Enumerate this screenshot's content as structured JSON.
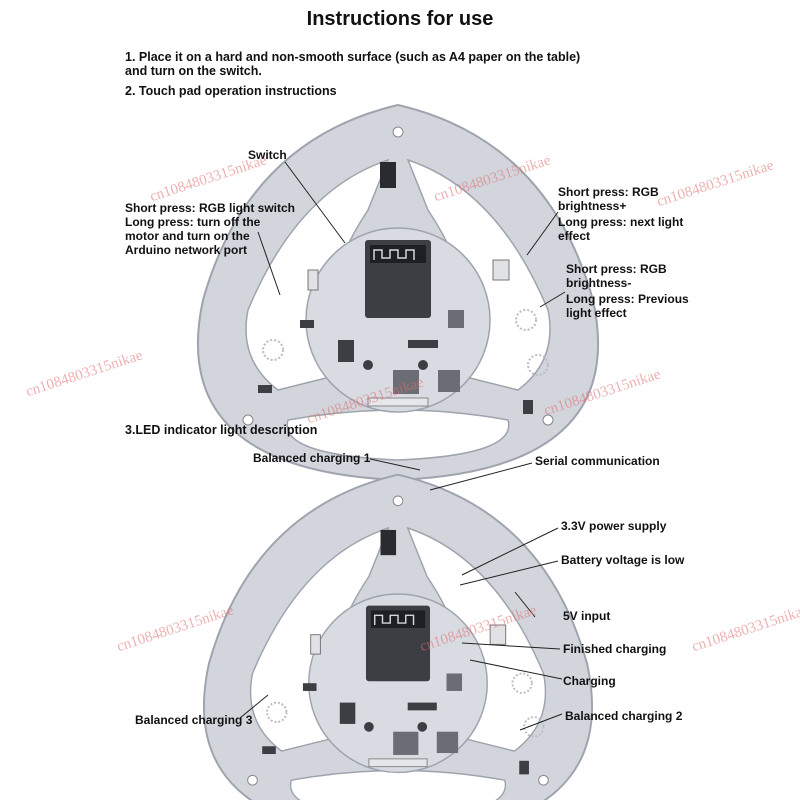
{
  "title": "Instructions for use",
  "steps": {
    "step1_line1": "1. Place it on a hard and non-smooth surface (such as A4 paper on the table)",
    "step1_line2": "and turn on the switch.",
    "step2": "2. Touch pad operation instructions",
    "step3": "3.LED indicator light description"
  },
  "touch_annotations": {
    "switch": "Switch",
    "left_1": "Short press: RGB light switch",
    "left_2": "Long press: turn off the",
    "left_3": "motor and turn on the",
    "left_4": "Arduino network port",
    "right_top_1": "Short press: RGB",
    "right_top_2": "brightness+",
    "right_top_3": "Long press: next light",
    "right_top_4": "effect",
    "right_bottom_1": "Short press: RGB",
    "right_bottom_2": "brightness-",
    "right_bottom_3": "Long press: Previous",
    "right_bottom_4": "light effect"
  },
  "led_annotations": {
    "balanced_charging_1": "Balanced charging 1",
    "serial_communication": "Serial communication",
    "power_3v3": "3.3V power supply",
    "battery_low": "Battery voltage is low",
    "input_5v": "5V input",
    "finished_charging": "Finished charging",
    "charging": "Charging",
    "balanced_charging_2": "Balanced charging 2",
    "balanced_charging_3": "Balanced charging 3"
  },
  "watermark": "cn1084803315nikae",
  "colors": {
    "board": "#d2d5dc",
    "board_edge": "#9ea3ad",
    "chip": "#3c3e44",
    "antenna": "#1e1f23",
    "leader": "#222222"
  }
}
